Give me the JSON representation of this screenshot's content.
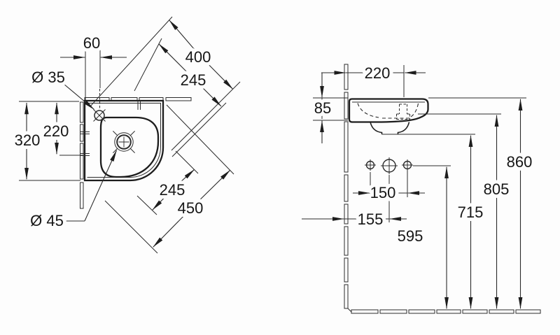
{
  "drawing": {
    "top_view": {
      "labels": {
        "tap_offset": "60",
        "faucet_dia": "Ø 35",
        "depth": "320",
        "tap_depth": "220",
        "drain_dia": "Ø 45",
        "width_diag": "400",
        "bowl_diag_upper": "245",
        "bowl_diag_lower": "245",
        "corner_width": "450"
      }
    },
    "side_view": {
      "labels": {
        "wall_to_tap": "220",
        "basin_height": "85",
        "hole_spacing": "150",
        "wall_to_hole": "155",
        "hole_height": "595",
        "outlet_height": "715",
        "underside_height": "805",
        "rim_height": "860"
      }
    },
    "line_color": "#2b2b2b",
    "background": "#fdfdfd"
  }
}
